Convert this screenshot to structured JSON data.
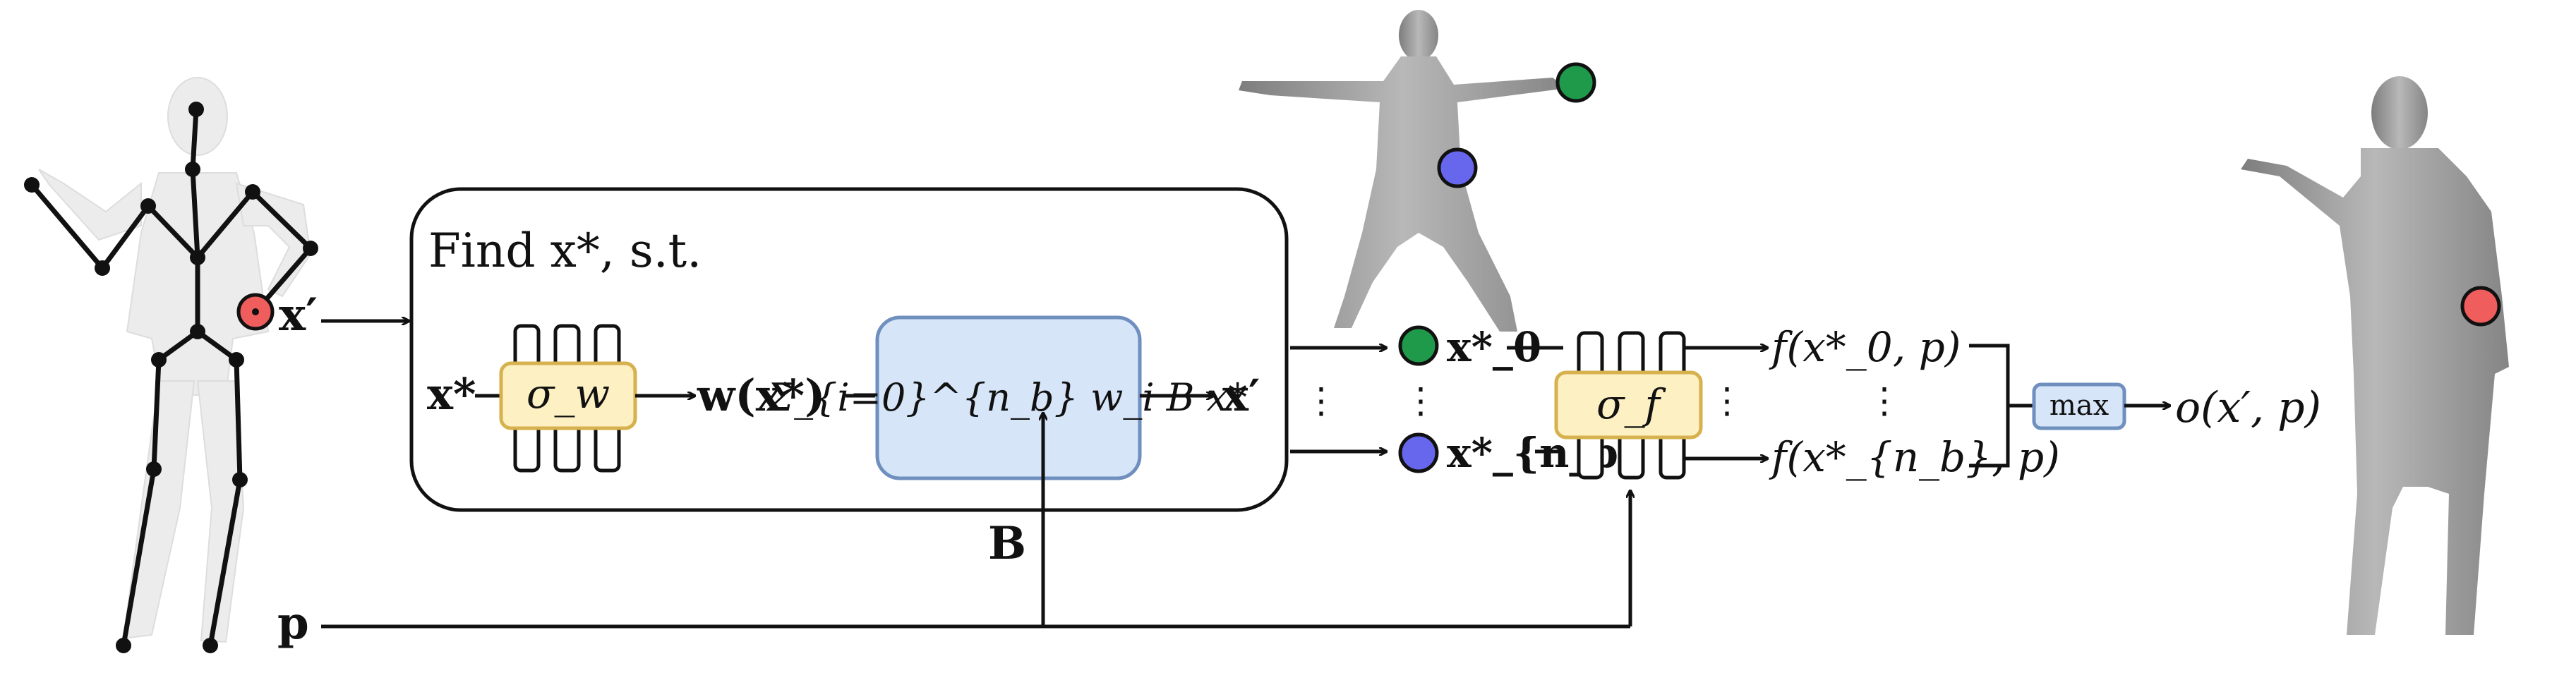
{
  "colors": {
    "ink": "#111111",
    "red_point": "#ef5d5d",
    "green_point": "#1f9a4a",
    "blue_point": "#6767ee",
    "yellow_fill": "#fdf0c3",
    "yellow_stroke": "#d6b14d",
    "blue_fill": "#d6e5f7",
    "blue_stroke": "#6f8fbf",
    "skeleton_body": "#ececec",
    "mesh_gray": "#9a9a9a"
  },
  "find_box": {
    "title": "Find x*, s.t.",
    "input_var": "x*",
    "sigma_w": "σ_w",
    "weights": "w(x*)",
    "sum_expr": "Σ_{i=0}^{n_b} w_i B x*",
    "output_var": "x′"
  },
  "labels": {
    "query_point": "x′",
    "bones": "B",
    "pose": "p",
    "x0": "x*_0",
    "xnb": "x*_{n_b}",
    "sigma_f": "σ_f",
    "f0": "f(x*_0, p)",
    "fnb": "f(x*_{n_b}, p)",
    "max": "max",
    "output": "o(x′, p)"
  },
  "icons": [
    "skeleton-figure",
    "t-pose-mesh",
    "posed-mesh"
  ]
}
